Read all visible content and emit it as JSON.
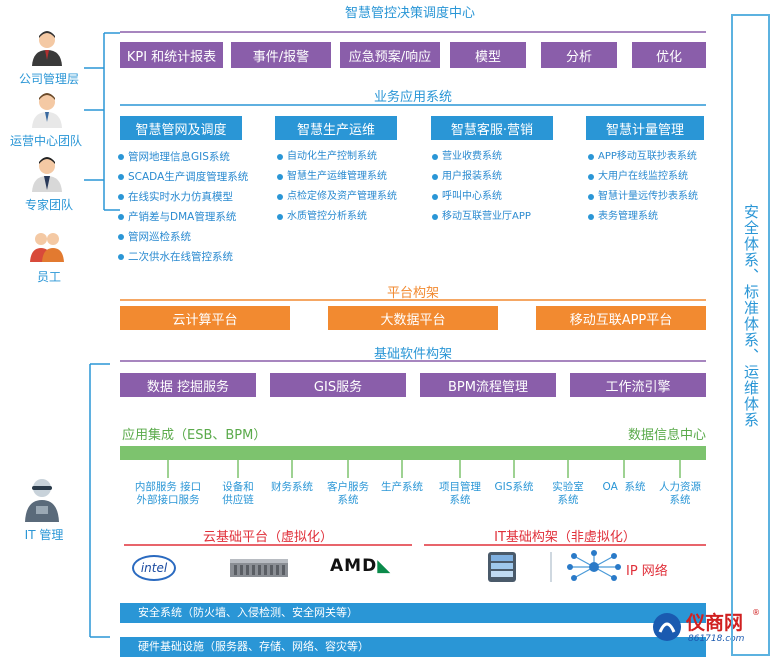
{
  "header": {
    "title": "智慧管控决策调度中心"
  },
  "roles": [
    {
      "label": "公司管理层",
      "icon": "manager-icon"
    },
    {
      "label": "运营中心团队",
      "icon": "operator-icon"
    },
    {
      "label": "专家团队",
      "icon": "expert-icon"
    },
    {
      "label": "员工",
      "icon": "staff-icon"
    },
    {
      "label": "IT 管理",
      "icon": "it-admin-icon"
    }
  ],
  "decision_center": {
    "items": [
      "KPI 和统计报表",
      "事件/报警",
      "应急预案/响应",
      "模型",
      "分析",
      "优化"
    ]
  },
  "business": {
    "title": "业务应用系统",
    "modules": [
      {
        "label": "智慧管网及调度",
        "items": [
          "管网地理信息GIS系统",
          "SCADA生产调度管理系统",
          "在线实时水力仿真模型",
          "产销差与DMA管理系统",
          "管网巡检系统",
          "二次供水在线管控系统"
        ]
      },
      {
        "label": "智慧生产运维",
        "items": [
          "自动化生产控制系统",
          "智慧生产运维管理系统",
          "点检定修及资产管理系统",
          "水质管控分析系统"
        ]
      },
      {
        "label": "智慧客服·营销",
        "items": [
          "营业收费系统",
          "用户报装系统",
          "呼叫中心系统",
          "移动互联营业厅APP"
        ]
      },
      {
        "label": "智慧计量管理",
        "items": [
          "APP移动互联抄表系统",
          "大用户在线监控系统",
          "智慧计量远传抄表系统",
          "表务管理系统"
        ]
      }
    ]
  },
  "platform": {
    "title": "平台构架",
    "items": [
      "云计算平台",
      "大数据平台",
      "移动互联APP平台"
    ]
  },
  "software": {
    "title": "基础软件构架",
    "items": [
      "数据 挖掘服务",
      "GIS服务",
      "BPM流程管理",
      "工作流引擎"
    ]
  },
  "integration": {
    "left_label": "应用集成（ESB、BPM）",
    "right_label": "数据信息中心",
    "systems": [
      "内部服务 接口\n外部接口服务",
      "设备和\n供应链",
      "财务系统",
      "客户服务\n系统",
      "生产系统",
      "项目管理\n系统",
      "GIS系统",
      "实验室\n系统",
      "OA  系统",
      "人力资源\n系统"
    ]
  },
  "cloud": {
    "title": "云基础平台（虚拟化）",
    "logos": [
      {
        "text": "intel",
        "icon": "intel-logo-icon"
      },
      {
        "text": "",
        "icon": "server-rack-icon"
      },
      {
        "text": "AMD",
        "icon": "amd-logo-icon"
      }
    ]
  },
  "it_infra": {
    "title": "IT基础构架（非虚拟化）",
    "items": [
      {
        "text": "",
        "icon": "database-server-icon"
      },
      {
        "text": "IP  网络",
        "icon": "network-icon"
      }
    ]
  },
  "bottom": {
    "security": "安全系统（防火墙、入侵检测、安全网关等）",
    "hardware": "硬件基础设施（服务器、存储、网络、容灾等）"
  },
  "side": {
    "label": "安全体系、标准体系、运维体系"
  },
  "watermark": {
    "brand": "仪商网",
    "url": "861718.com",
    "mark": "®"
  },
  "colors": {
    "blue": "#2a96d6",
    "purple": "#8a5eaa",
    "orange": "#f28a30",
    "green": "#7dc36e"
  }
}
